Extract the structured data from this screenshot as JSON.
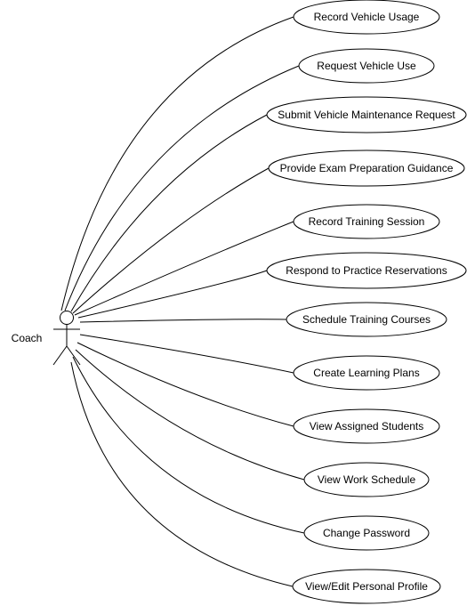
{
  "actor": {
    "name": "Coach"
  },
  "use_cases": [
    {
      "label": "Record Vehicle Usage"
    },
    {
      "label": "Request Vehicle Use"
    },
    {
      "label": "Submit Vehicle Maintenance Request"
    },
    {
      "label": "Provide Exam Preparation Guidance"
    },
    {
      "label": "Record Training Session"
    },
    {
      "label": "Respond to Practice Reservations"
    },
    {
      "label": "Schedule Training Courses"
    },
    {
      "label": "Create Learning Plans"
    },
    {
      "label": "View Assigned Students"
    },
    {
      "label": "View Work Schedule"
    },
    {
      "label": "Change Password"
    },
    {
      "label": "View/Edit Personal Profile"
    }
  ],
  "colors": {
    "stroke": "#000000",
    "fill": "#ffffff",
    "text": "#000000"
  }
}
